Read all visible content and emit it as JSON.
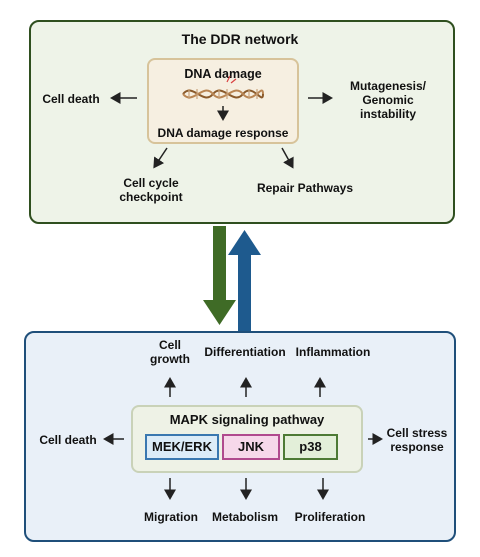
{
  "ddr": {
    "title": "The DDR network",
    "dna_damage": "DNA damage",
    "dna_damage_response": "DNA damage response",
    "left_outcome": "Cell death",
    "right_outcome_1": "Mutagenesis/",
    "right_outcome_2": "Genomic",
    "right_outcome_3": "instability",
    "checkpoint_1": "Cell cycle",
    "checkpoint_2": "checkpoint",
    "repair": "Repair Pathways",
    "color_border": "#2f4f1f",
    "color_fill": "#eef3e8"
  },
  "mapk": {
    "title": "MAPK signaling pathway",
    "kinases": [
      "MEK/ERK",
      "JNK",
      "p38"
    ],
    "top_outcomes": {
      "growth_1": "Cell",
      "growth_2": "growth",
      "differentiation": "Differentiation",
      "inflammation": "Inflammation"
    },
    "left_outcome": "Cell death",
    "right_outcome_1": "Cell stress",
    "right_outcome_2": "response",
    "bottom_outcomes": [
      "Migration",
      "Metabolism",
      "Proliferation"
    ],
    "color_border": "#1f4f7a",
    "color_fill": "#e9f0f8"
  },
  "connectors": {
    "down_arrow_color": "#3f6b26",
    "up_arrow_color": "#1e5a8e"
  },
  "icons": [
    "dna-helix-icon"
  ]
}
